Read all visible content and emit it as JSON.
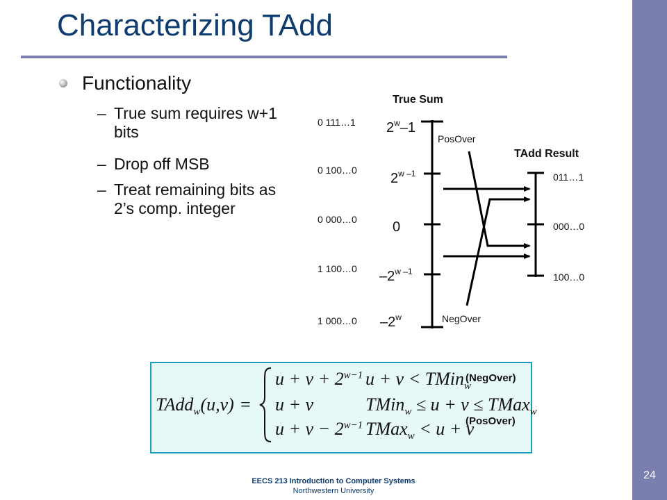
{
  "slide": {
    "title": "Characterizing TAdd",
    "page_number": "24",
    "bullet": "Functionality",
    "sub_bullets": [
      "True sum requires w+1 bits",
      "Drop off MSB",
      "Treat remaining bits as 2’s comp. integer"
    ],
    "dash": "–",
    "footer": {
      "course": "EECS 213 Introduction to Computer Systems",
      "university": "Northwestern University"
    }
  },
  "diagram": {
    "true_sum_title": "True Sum",
    "tadd_title": "TAdd Result",
    "left_bits": [
      "0 111…1",
      "0 100…0",
      "0 000…0",
      "1 100…0",
      "1 000…0"
    ],
    "true_sum_levels": [
      {
        "base": "2",
        "exp": "w",
        "suffix": "–1"
      },
      {
        "base": "2",
        "exp": "w –1",
        "suffix": ""
      },
      {
        "base": "0",
        "exp": "",
        "suffix": ""
      },
      {
        "base": "–2",
        "exp": "w –1",
        "suffix": ""
      },
      {
        "base": "–2",
        "exp": "w",
        "suffix": ""
      }
    ],
    "result_bits": [
      "011…1",
      "000…0",
      "100…0"
    ],
    "pos_over": "PosOver",
    "neg_over": "NegOver",
    "colors": {
      "line": "#000000",
      "accent": "#7b7fae",
      "title": "#0e3c6e"
    }
  },
  "formula": {
    "lhs_func": "TAdd",
    "lhs_sub": "w",
    "lhs_args": "(u,v)",
    "equals": "=",
    "cases": [
      {
        "value": "u + v + 2",
        "value_exp": "w−1",
        "condition": "u + v < TMin",
        "cond_sub": "w"
      },
      {
        "value": "u + v",
        "value_exp": "",
        "condition_left": "TMin",
        "condition_left_sub": "w",
        "condition_mid": " ≤ u + v ≤ TMax",
        "condition_mid_sub": "w"
      },
      {
        "value": "u + v − 2",
        "value_exp": "w−1",
        "condition_left": "TMax",
        "condition_left_sub": "w",
        "condition_mid": " < u + v"
      }
    ],
    "neg_label": "(NegOver)",
    "pos_label": "(PosOver)",
    "box_fill": "#e7f8f8",
    "box_border": "#1d9bbd"
  }
}
